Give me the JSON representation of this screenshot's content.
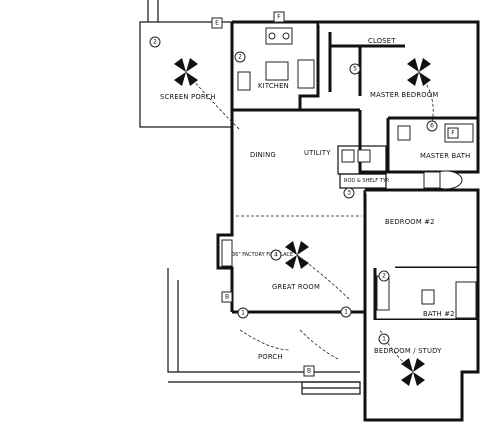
{
  "rooms": {
    "screen_porch": "SCREEN PORCH",
    "closet": "CLOSET",
    "master_bedroom": "MASTER BEDROOM",
    "kitchen": "KITCHEN",
    "dining": "DINING",
    "utility": "UTILITY",
    "master_bath": "MASTER BATH",
    "bedroom_2": "BEDROOM #2",
    "great_room": "GREAT ROOM",
    "bath_2": "BATH #2",
    "porch": "PORCH",
    "bedroom_study": "BEDROOM / STUDY"
  },
  "notes": {
    "fireplace": "36\" FACTORY FIREPLACE",
    "shelf": "ROD & SHELF TYP."
  },
  "tags": {
    "circle_2": "2",
    "circle_1": "1",
    "circle_3": "3",
    "circle_4": "4",
    "circle_5": "5",
    "circle_6": "6",
    "box_e": "E",
    "box_f": "F",
    "box_b": "B"
  }
}
